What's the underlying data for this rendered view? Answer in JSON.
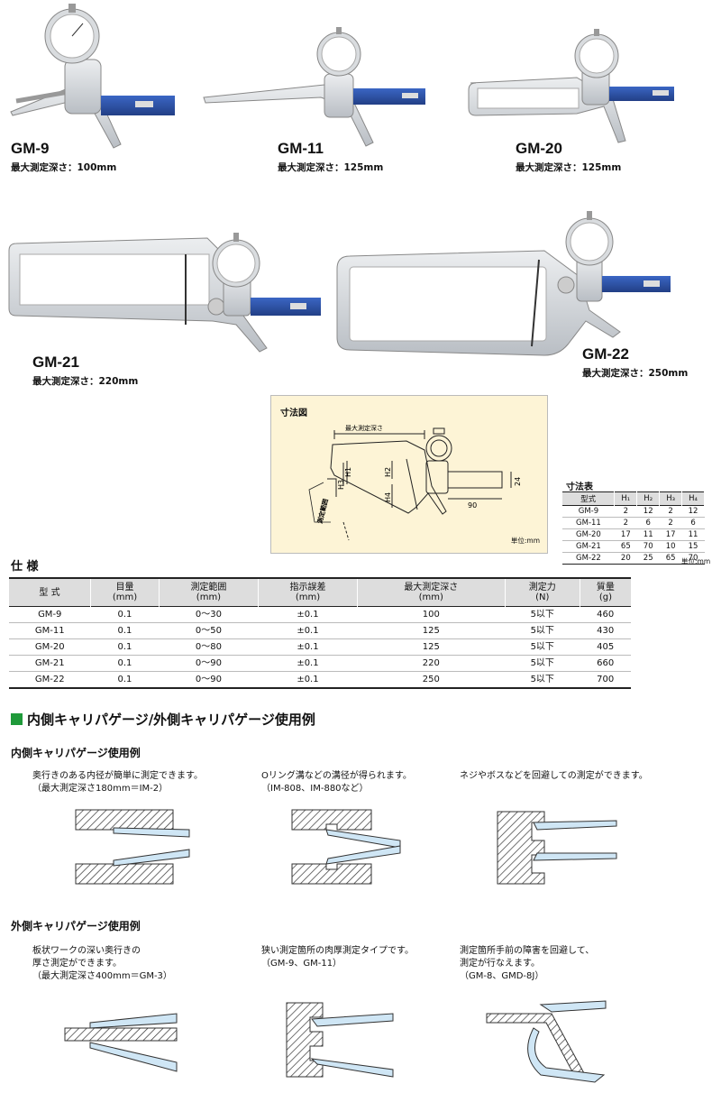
{
  "products": [
    {
      "model": "GM-9",
      "depth": "最大測定深さ：100mm"
    },
    {
      "model": "GM-11",
      "depth": "最大測定深さ：125mm"
    },
    {
      "model": "GM-20",
      "depth": "最大測定深さ：125mm"
    },
    {
      "model": "GM-21",
      "depth": "最大測定深さ：220mm"
    },
    {
      "model": "GM-22",
      "depth": "最大測定深さ：250mm"
    }
  ],
  "diagram": {
    "title": "寸法図",
    "label_depth": "最大測定深さ",
    "label_range": "測定範囲",
    "h1": "H1",
    "h2": "H2",
    "h3": "H3",
    "h4": "H4",
    "dim_90": "90",
    "dim_24": "24",
    "unit": "単位:mm"
  },
  "dim_table": {
    "title": "寸法表",
    "headers": [
      "型式",
      "H₁",
      "H₂",
      "H₃",
      "H₄"
    ],
    "rows": [
      [
        "GM-9",
        "2",
        "12",
        "2",
        "12"
      ],
      [
        "GM-11",
        "2",
        "6",
        "2",
        "6"
      ],
      [
        "GM-20",
        "17",
        "11",
        "17",
        "11"
      ],
      [
        "GM-21",
        "65",
        "70",
        "10",
        "15"
      ],
      [
        "GM-22",
        "20",
        "25",
        "65",
        "70"
      ]
    ],
    "unit": "単位:mm"
  },
  "spec": {
    "title": "仕 様",
    "headers": [
      {
        "l1": "型 式",
        "l2": ""
      },
      {
        "l1": "目量",
        "l2": "(mm)"
      },
      {
        "l1": "測定範囲",
        "l2": "(mm)"
      },
      {
        "l1": "指示誤差",
        "l2": "(mm)"
      },
      {
        "l1": "最大測定深さ",
        "l2": "(mm)"
      },
      {
        "l1": "測定力",
        "l2": "(N)"
      },
      {
        "l1": "質量",
        "l2": "(g)"
      }
    ],
    "rows": [
      [
        "GM-9",
        "0.1",
        "0～30",
        "±0.1",
        "100",
        "5以下",
        "460"
      ],
      [
        "GM-11",
        "0.1",
        "0～50",
        "±0.1",
        "125",
        "5以下",
        "430"
      ],
      [
        "GM-20",
        "0.1",
        "0～80",
        "±0.1",
        "125",
        "5以下",
        "405"
      ],
      [
        "GM-21",
        "0.1",
        "0～90",
        "±0.1",
        "220",
        "5以下",
        "660"
      ],
      [
        "GM-22",
        "0.1",
        "0～90",
        "±0.1",
        "250",
        "5以下",
        "700"
      ]
    ]
  },
  "usage": {
    "title": "内側キャリパゲージ/外側キャリパゲージ使用例",
    "inner_title": "内側キャリパゲージ使用例",
    "inner": [
      "奥行きのある内径が簡単に測定できます。\n（最大測定深さ180mm＝IM-2）",
      "Oリング溝などの溝径が得られます。\n（IM-808、IM-880など）",
      "ネジやボスなどを回避しての測定ができます。"
    ],
    "outer_title": "外側キャリパゲージ使用例",
    "outer": [
      "板状ワークの深い奥行きの\n厚さ測定ができます。\n（最大測定深さ400mm＝GM-3）",
      "狭い測定箇所の肉厚測定タイプです。\n（GM-9、GM-11）",
      "測定箇所手前の障害を回避して、\n測定が行なえます。\n（GM-8、GMD-8J）"
    ]
  },
  "colors": {
    "accent_green": "#1f9a3a",
    "gauge_blue": "#2f56b0",
    "diagram_bg": "#fdf4d6"
  }
}
